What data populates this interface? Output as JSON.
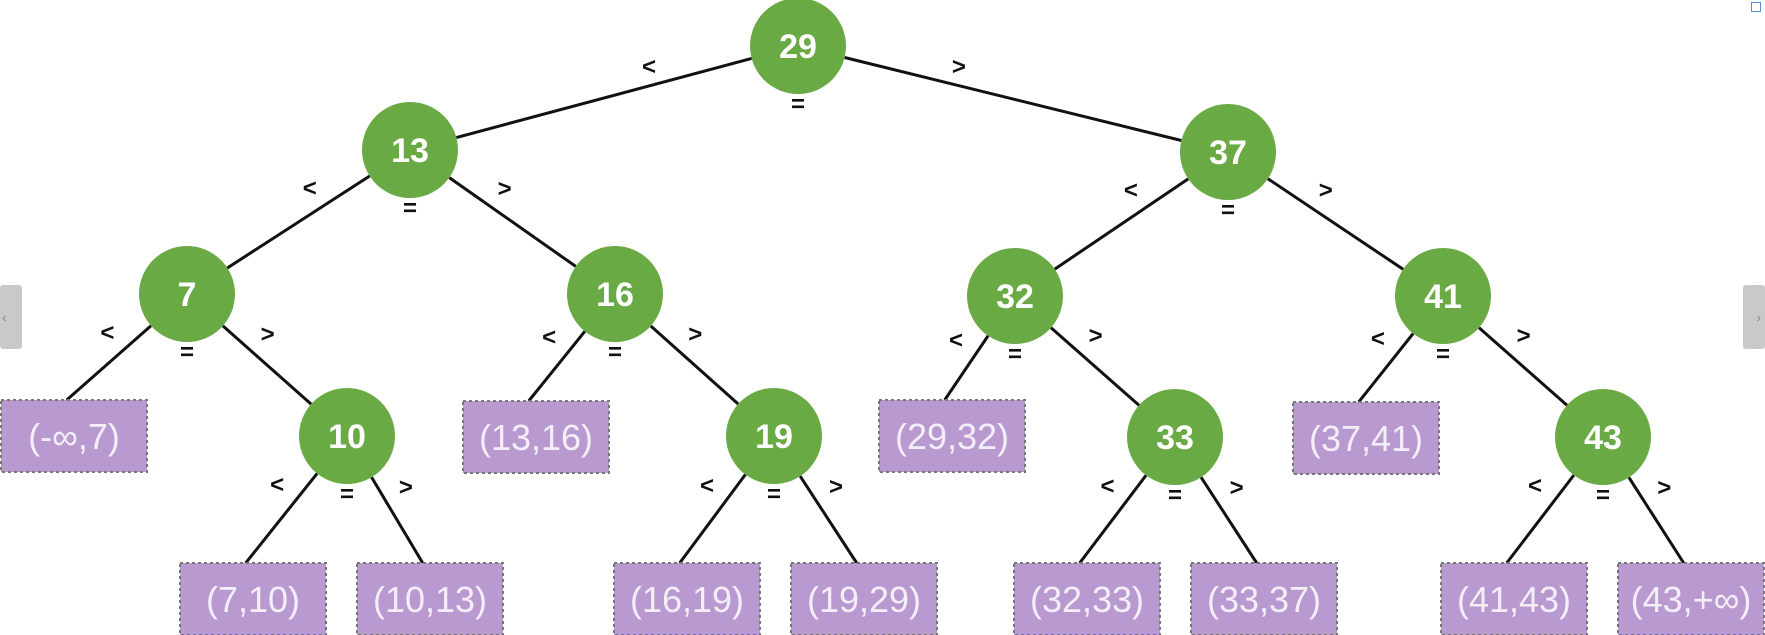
{
  "colors": {
    "node_fill": "#6aaa45",
    "leaf_fill": "#b89ad0",
    "leaf_border": "#777777",
    "edge": "#111111"
  },
  "edge_labels": {
    "less": "<",
    "equal": "=",
    "greater": ">"
  },
  "nodes": [
    {
      "id": "29",
      "label": "29"
    },
    {
      "id": "13",
      "label": "13"
    },
    {
      "id": "37",
      "label": "37"
    },
    {
      "id": "7",
      "label": "7"
    },
    {
      "id": "16",
      "label": "16"
    },
    {
      "id": "32",
      "label": "32"
    },
    {
      "id": "41",
      "label": "41"
    },
    {
      "id": "10",
      "label": "10"
    },
    {
      "id": "19",
      "label": "19"
    },
    {
      "id": "33",
      "label": "33"
    },
    {
      "id": "43",
      "label": "43"
    }
  ],
  "leaves": [
    {
      "id": "L1",
      "label": "(-∞,7)"
    },
    {
      "id": "L2",
      "label": "(7,10)"
    },
    {
      "id": "L3",
      "label": "(10,13)"
    },
    {
      "id": "L4",
      "label": "(13,16)"
    },
    {
      "id": "L5",
      "label": "(16,19)"
    },
    {
      "id": "L6",
      "label": "(19,29)"
    },
    {
      "id": "L7",
      "label": "(29,32)"
    },
    {
      "id": "L8",
      "label": "(32,33)"
    },
    {
      "id": "L9",
      "label": "(33,37)"
    },
    {
      "id": "L10",
      "label": "(37,41)"
    },
    {
      "id": "L11",
      "label": "(41,43)"
    },
    {
      "id": "L12",
      "label": "(43,+∞)"
    }
  ],
  "edges": [
    {
      "from": "29",
      "to": "13",
      "rel": "less"
    },
    {
      "from": "29",
      "to": "37",
      "rel": "greater"
    },
    {
      "from": "13",
      "to": "7",
      "rel": "less"
    },
    {
      "from": "13",
      "to": "16",
      "rel": "greater"
    },
    {
      "from": "37",
      "to": "32",
      "rel": "less"
    },
    {
      "from": "37",
      "to": "41",
      "rel": "greater"
    },
    {
      "from": "7",
      "to": "L1",
      "rel": "less"
    },
    {
      "from": "7",
      "to": "10",
      "rel": "greater"
    },
    {
      "from": "10",
      "to": "L2",
      "rel": "less"
    },
    {
      "from": "10",
      "to": "L3",
      "rel": "greater"
    },
    {
      "from": "16",
      "to": "L4",
      "rel": "less"
    },
    {
      "from": "16",
      "to": "19",
      "rel": "greater"
    },
    {
      "from": "19",
      "to": "L5",
      "rel": "less"
    },
    {
      "from": "19",
      "to": "L6",
      "rel": "greater"
    },
    {
      "from": "32",
      "to": "L7",
      "rel": "less"
    },
    {
      "from": "32",
      "to": "33",
      "rel": "greater"
    },
    {
      "from": "33",
      "to": "L8",
      "rel": "less"
    },
    {
      "from": "33",
      "to": "L9",
      "rel": "greater"
    },
    {
      "from": "41",
      "to": "L10",
      "rel": "less"
    },
    {
      "from": "41",
      "to": "43",
      "rel": "greater"
    },
    {
      "from": "43",
      "to": "L11",
      "rel": "less"
    },
    {
      "from": "43",
      "to": "L12",
      "rel": "greater"
    }
  ],
  "equal_marks": [
    "29",
    "13",
    "37",
    "7",
    "16",
    "32",
    "41",
    "10",
    "19",
    "33",
    "43"
  ],
  "nav": {
    "left_icon": "chevron-left-icon",
    "right_icon": "chevron-right-icon",
    "expand_icon": "expand-icon"
  }
}
